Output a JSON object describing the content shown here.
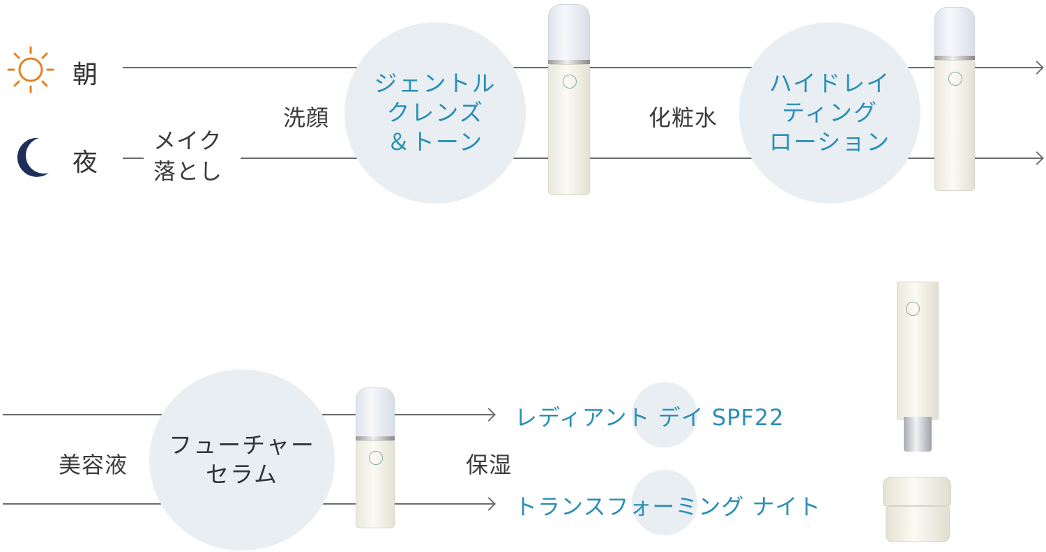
{
  "morning": {
    "label": "朝",
    "icon": "sun-icon",
    "icon_color": "#e67e22"
  },
  "night": {
    "label": "夜",
    "icon": "moon-icon",
    "icon_color": "#1d2f5a"
  },
  "steps": {
    "makeup_removal": "メイク\n落とし",
    "cleansing": "洗顔",
    "toner": "化粧水",
    "serum": "美容液",
    "moisturize": "保湿"
  },
  "products": {
    "cleanser": [
      "ジェントル",
      "クレンズ",
      "＆トーン"
    ],
    "lotion": [
      "ハイドレイ",
      "ティング",
      "ローション"
    ],
    "serum": [
      "フューチャー",
      "セラム"
    ],
    "day": "レディアント デイ SPF22",
    "night": "トランスフォーミング ナイト"
  },
  "colors": {
    "accent": "#2a8fb5",
    "circle": "#e9eef3",
    "line": "#6b6b6b"
  }
}
